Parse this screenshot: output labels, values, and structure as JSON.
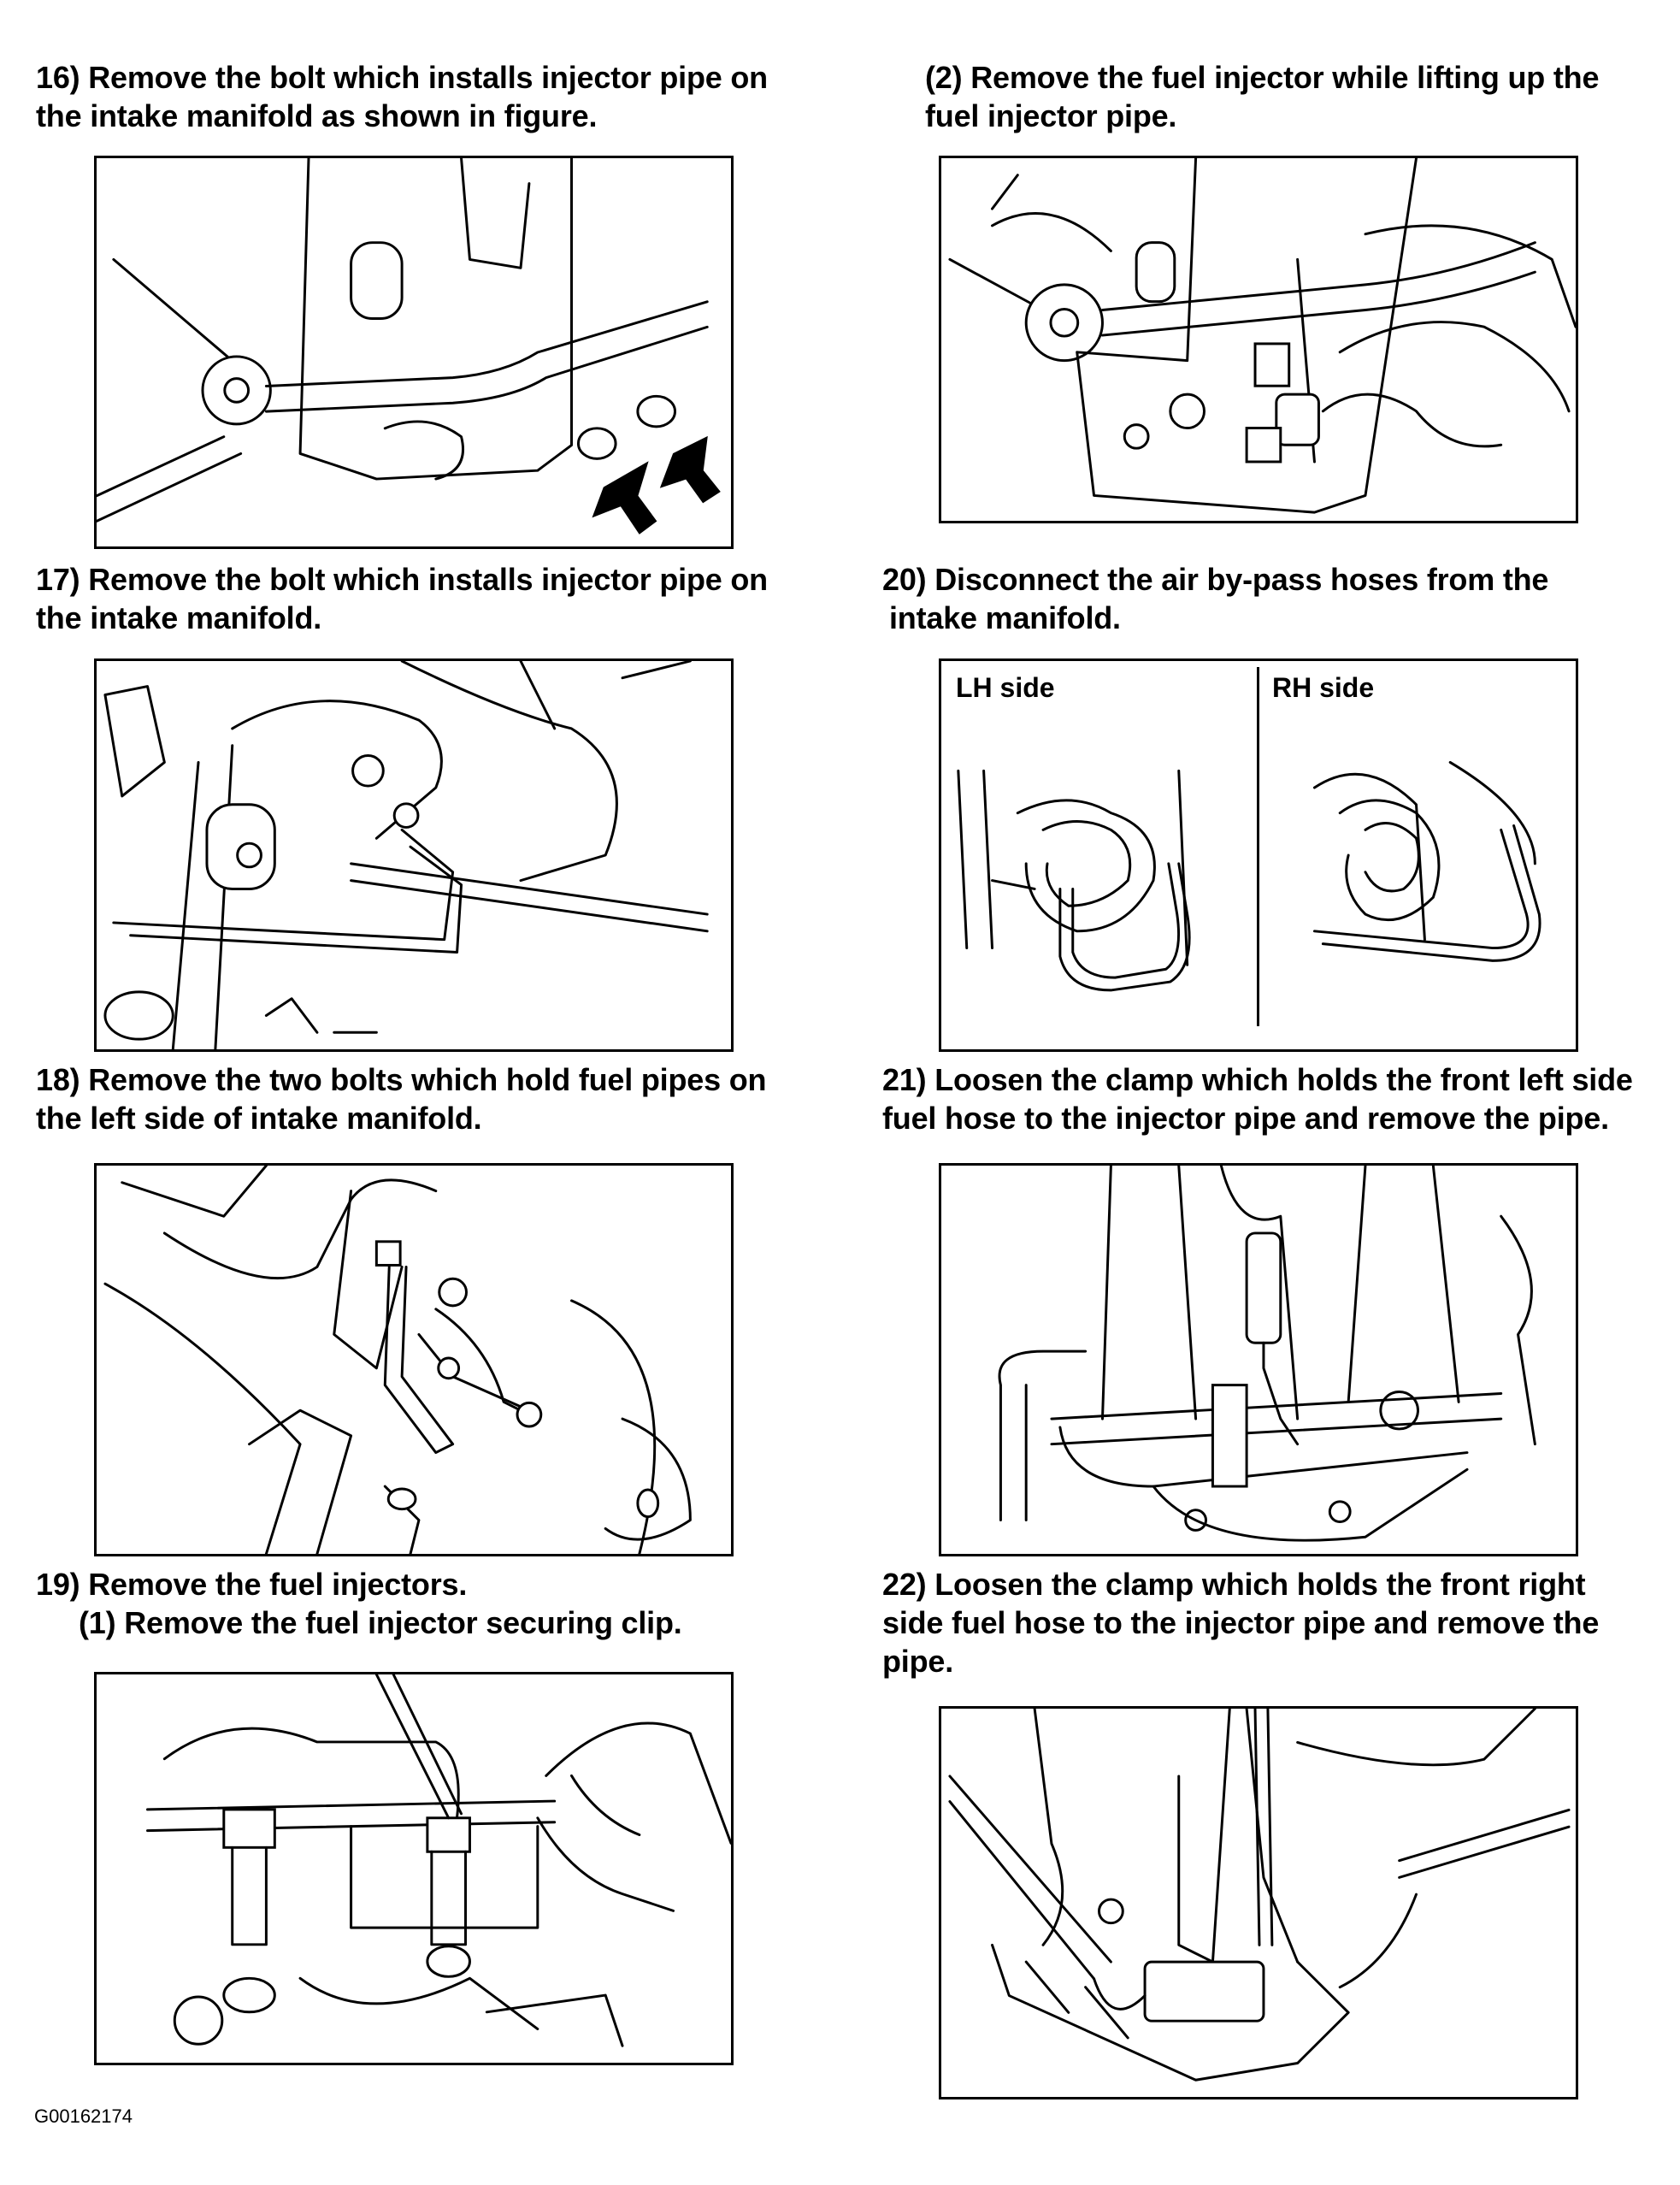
{
  "steps": {
    "s16": {
      "l1": "16) Remove the bolt which installs injector pipe on",
      "l2": "the intake manifold as shown in figure."
    },
    "s17": {
      "l1": "17) Remove the bolt which installs injector pipe on",
      "l2": "the intake manifold."
    },
    "s18": {
      "l1": "18) Remove the two bolts which hold fuel pipes on",
      "l2": "the left side of intake manifold."
    },
    "s19": {
      "l1": "19) Remove the fuel injectors.",
      "l2": "(1)  Remove the fuel injector securing clip."
    },
    "s19_2": {
      "l1": "(2)  Remove the fuel injector while lifting up the",
      "l2": "fuel injector pipe."
    },
    "s20": {
      "l1": "20) Disconnect the air by-pass hoses from the",
      "l2": "intake manifold."
    },
    "s21": {
      "l1": "21) Loosen the clamp which holds the front left side",
      "l2": "fuel hose to the injector pipe and remove the pipe."
    },
    "s22": {
      "l1": "22) Loosen the clamp which holds the front right",
      "l2": "side fuel hose to the injector pipe and remove the",
      "l3": "pipe."
    }
  },
  "figure20": {
    "lh_label": "LH side",
    "rh_label": "RH side"
  },
  "reference_code": "G00162174",
  "icons": [
    "arrow-icon"
  ]
}
